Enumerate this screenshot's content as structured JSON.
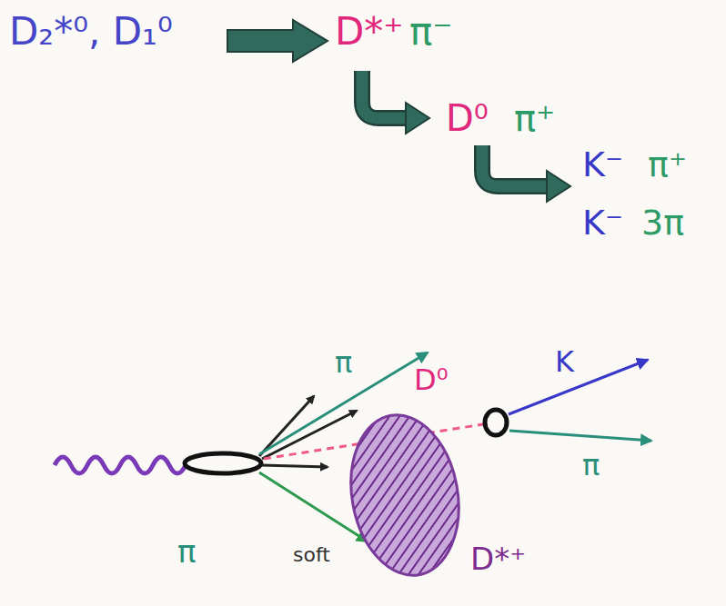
{
  "diagram": {
    "nodes": [
      {
        "text": [
          "D*⁺"
        ]
      }
    ],
    "labels": [
      "D₂*⁰, D₁⁰",
      "D*⁺",
      "π⁻",
      "D⁰",
      "π⁺",
      "K⁻",
      "π⁺",
      "K⁻",
      "3π",
      "π",
      "D⁰",
      "K",
      "π",
      "π",
      "soft"
    ]
  }
}
